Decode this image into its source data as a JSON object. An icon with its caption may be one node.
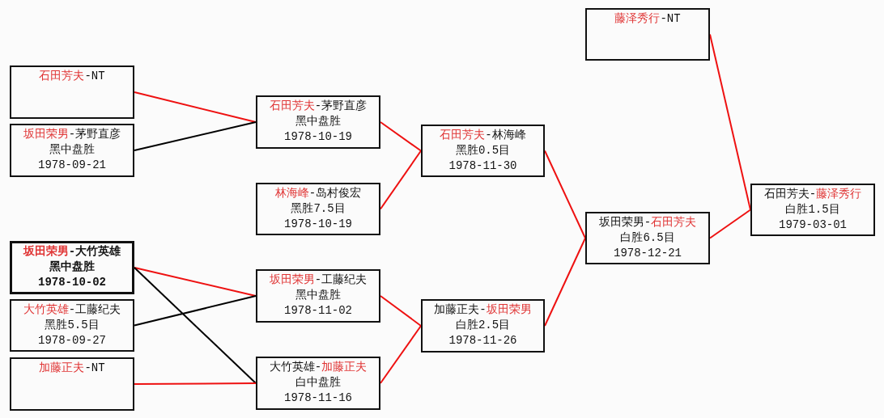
{
  "diagram": {
    "nodes": [
      {
        "text": [
          "**石田芳夫**-NT"
        ]
      },
      {
        "text": [
          "**坂田荣男**-茅野直彦",
          "黑中盘胜",
          "1978-09-21"
        ]
      },
      {
        "text": [
          "**坂田荣男**-大竹英雄",
          "黑中盘胜",
          "1978-10-02"
        ]
      },
      {
        "text": [
          "**大竹英雄**-工藤纪夫",
          "黑胜5.5目",
          "1978-09-27"
        ]
      },
      {
        "text": [
          "**加藤正夫**-NT"
        ]
      },
      {
        "text": [
          "**石田芳夫**-茅野直彦",
          "黑中盘胜",
          "1978-10-19"
        ]
      },
      {
        "text": [
          "**林海峰**-岛村俊宏",
          "黑胜7.5目",
          "1978-10-19"
        ]
      },
      {
        "text": [
          "**坂田荣男**-工藤纪夫",
          "黑中盘胜",
          "1978-11-02"
        ]
      },
      {
        "text": [
          "大竹英雄-**加藤正夫**",
          "白中盘胜",
          "1978-11-16"
        ]
      },
      {
        "text": [
          "**石田芳夫**-林海峰",
          "黑胜0.5目",
          "1978-11-30"
        ]
      },
      {
        "text": [
          "加藤正夫-**坂田荣男**",
          "白胜2.5目",
          "1978-11-26"
        ]
      },
      {
        "text": [
          "**藤泽秀行**-NT"
        ]
      },
      {
        "text": [
          "坂田荣男-**石田芳夫**",
          "白胜6.5目",
          "1978-12-21"
        ]
      },
      {
        "text": [
          "石田芳夫-**藤泽秀行**",
          "白胜1.5目",
          "1979-03-01"
        ]
      }
    ],
    "edges": [
      {
        "from": 0,
        "to": 5,
        "arrow": "none"
      },
      {
        "from": 1,
        "to": 5,
        "arrow": "none",
        "color": "#000000"
      },
      {
        "from": 2,
        "to": 7,
        "arrow": "none"
      },
      {
        "from": 2,
        "to": 8,
        "arrow": "none",
        "color": "#000000"
      },
      {
        "from": 3,
        "to": 7,
        "arrow": "none",
        "color": "#000000"
      },
      {
        "from": 4,
        "to": 8,
        "arrow": "none"
      },
      {
        "from": 5,
        "to": 9,
        "arrow": "none"
      },
      {
        "from": 6,
        "to": 9,
        "arrow": "none"
      },
      {
        "from": 7,
        "to": 10,
        "arrow": "none"
      },
      {
        "from": 8,
        "to": 10,
        "arrow": "none"
      },
      {
        "from": 9,
        "to": 12,
        "arrow": "none"
      },
      {
        "from": 10,
        "to": 12,
        "arrow": "none"
      },
      {
        "from": 11,
        "to": 13,
        "arrow": "none"
      },
      {
        "from": 12,
        "to": 13,
        "arrow": "none"
      }
    ]
  }
}
